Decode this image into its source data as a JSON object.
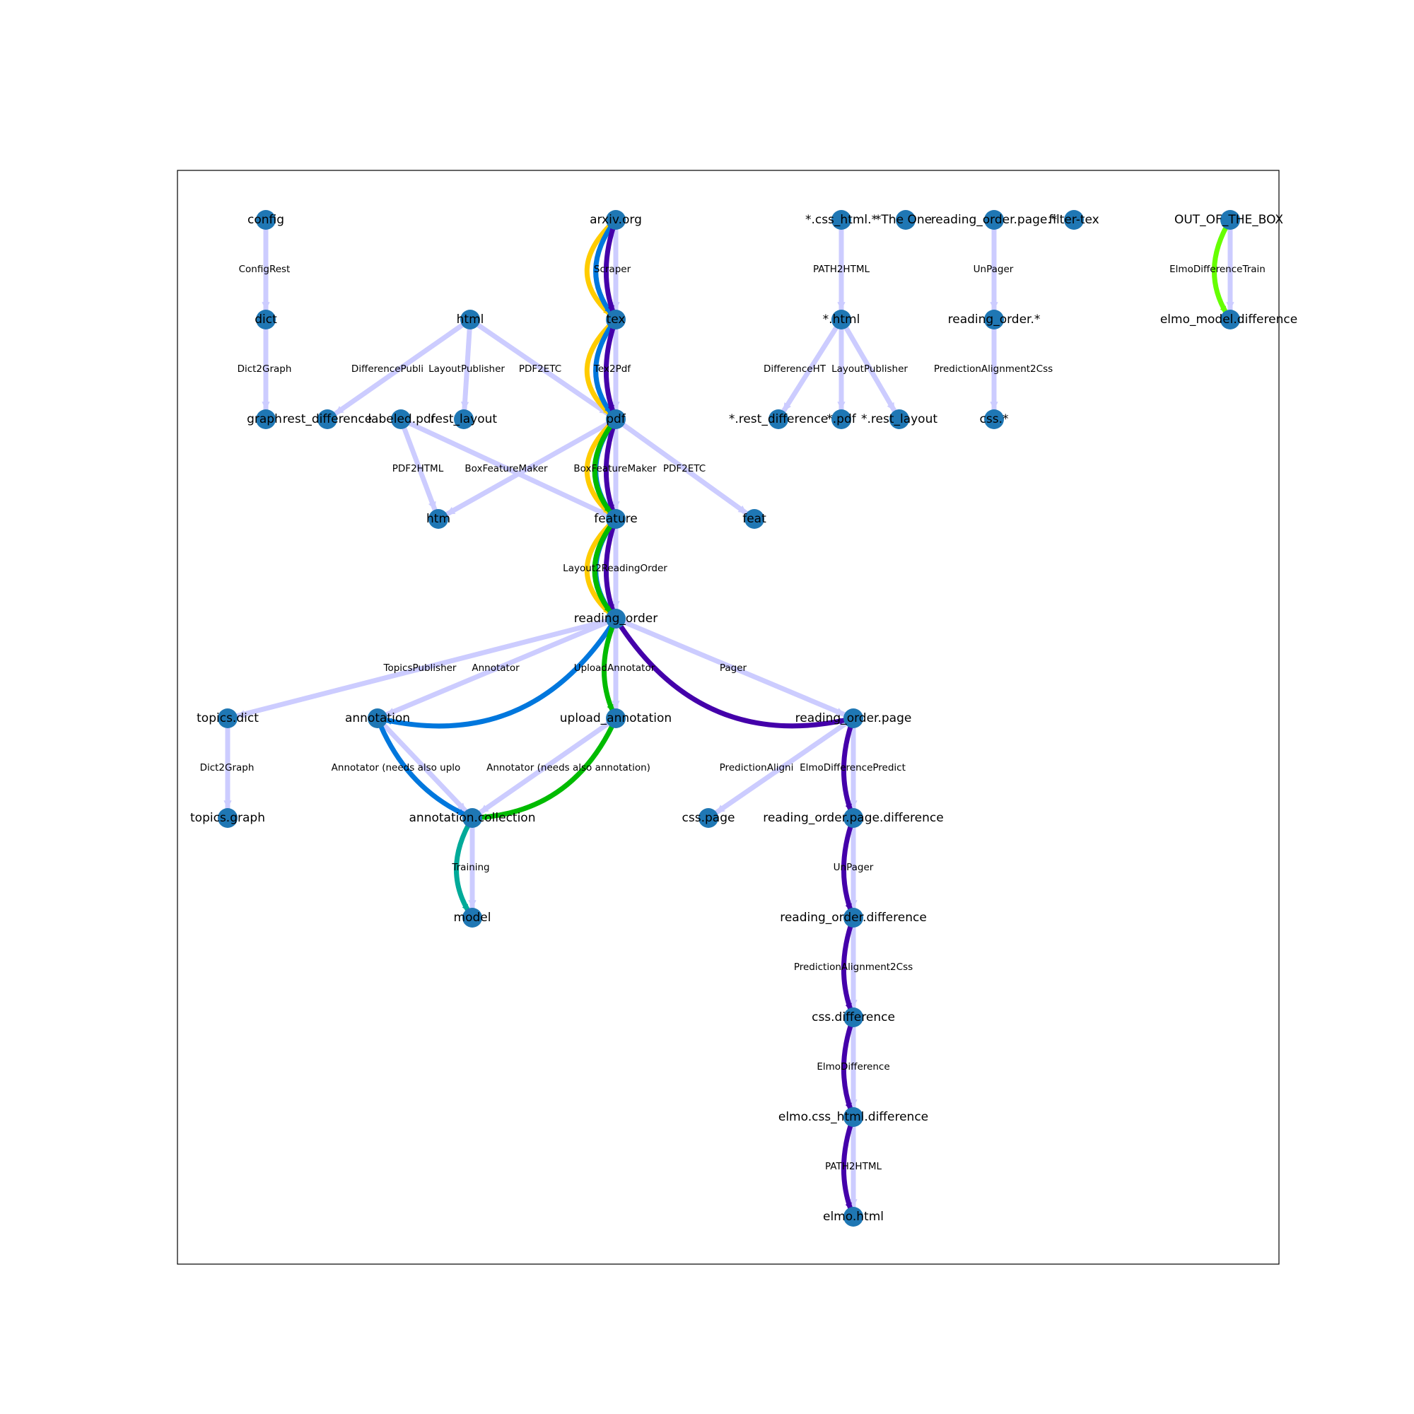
{
  "colors": {
    "node": "#1f77b4",
    "base_edge": "#ccccff",
    "paths": [
      "#ffcc00",
      "#0077dd",
      "#4400aa",
      "#00bb00",
      "#00aa99",
      "#66ff00"
    ]
  },
  "nodes": [
    {
      "id": "config",
      "label": "config"
    },
    {
      "id": "dict",
      "label": "dict"
    },
    {
      "id": "graph",
      "label": "graph"
    },
    {
      "id": "rest_difference",
      "label": "rest_difference"
    },
    {
      "id": "html",
      "label": "html"
    },
    {
      "id": "labeled_pdf",
      "label": "labeled.pdf"
    },
    {
      "id": "rest_layout",
      "label": "rest_layout"
    },
    {
      "id": "htm",
      "label": "htm"
    },
    {
      "id": "arxiv",
      "label": "arxiv.org"
    },
    {
      "id": "tex",
      "label": "tex"
    },
    {
      "id": "pdf",
      "label": "pdf"
    },
    {
      "id": "feature",
      "label": "feature"
    },
    {
      "id": "feat",
      "label": "feat"
    },
    {
      "id": "reading_order",
      "label": "reading_order"
    },
    {
      "id": "topics_dict",
      "label": "topics.dict"
    },
    {
      "id": "topics_graph",
      "label": "topics.graph"
    },
    {
      "id": "annotation",
      "label": "annotation"
    },
    {
      "id": "upload_annotation",
      "label": "upload_annotation"
    },
    {
      "id": "annotation_collection",
      "label": "annotation.collection"
    },
    {
      "id": "model",
      "label": "model"
    },
    {
      "id": "css_html_star",
      "label": "*.css_html.*"
    },
    {
      "id": "the_one",
      "label": "*The One"
    },
    {
      "id": "star_html",
      "label": "*.html"
    },
    {
      "id": "star_rest_difference",
      "label": "*.rest_difference"
    },
    {
      "id": "star_pdf",
      "label": "*.pdf"
    },
    {
      "id": "star_rest_layout",
      "label": "*.rest_layout"
    },
    {
      "id": "ro_page_star",
      "label": "reading_order.page.*"
    },
    {
      "id": "filter_tex",
      "label": "filter-tex"
    },
    {
      "id": "ro_star",
      "label": "reading_order.*"
    },
    {
      "id": "css_star",
      "label": "css.*"
    },
    {
      "id": "ootb",
      "label": "OUT_OF_THE_BOX"
    },
    {
      "id": "elmo_model_diff",
      "label": "elmo_model.difference"
    },
    {
      "id": "ro_page",
      "label": "reading_order.page"
    },
    {
      "id": "css_page",
      "label": "css.page"
    },
    {
      "id": "ro_page_diff",
      "label": "reading_order.page.difference"
    },
    {
      "id": "ro_diff",
      "label": "reading_order.difference"
    },
    {
      "id": "css_diff",
      "label": "css.difference"
    },
    {
      "id": "elmo_css_html_diff",
      "label": "elmo.css_html.difference"
    },
    {
      "id": "elmo_html",
      "label": "elmo.html"
    }
  ],
  "edges": [
    {
      "from": "config",
      "to": "dict"
    },
    {
      "from": "dict",
      "to": "graph"
    },
    {
      "from": "html",
      "to": "rest_difference"
    },
    {
      "from": "html",
      "to": "rest_layout"
    },
    {
      "from": "html",
      "to": "pdf"
    },
    {
      "from": "labeled_pdf",
      "to": "htm"
    },
    {
      "from": "labeled_pdf",
      "to": "feature"
    },
    {
      "from": "arxiv",
      "to": "tex"
    },
    {
      "from": "tex",
      "to": "pdf"
    },
    {
      "from": "pdf",
      "to": "feature"
    },
    {
      "from": "pdf",
      "to": "htm"
    },
    {
      "from": "pdf",
      "to": "feat"
    },
    {
      "from": "feature",
      "to": "reading_order"
    },
    {
      "from": "reading_order",
      "to": "topics_dict"
    },
    {
      "from": "reading_order",
      "to": "annotation"
    },
    {
      "from": "reading_order",
      "to": "upload_annotation"
    },
    {
      "from": "reading_order",
      "to": "ro_page"
    },
    {
      "from": "topics_dict",
      "to": "topics_graph"
    },
    {
      "from": "annotation",
      "to": "annotation_collection"
    },
    {
      "from": "upload_annotation",
      "to": "annotation_collection"
    },
    {
      "from": "annotation_collection",
      "to": "model"
    },
    {
      "from": "css_html_star",
      "to": "star_html"
    },
    {
      "from": "star_html",
      "to": "star_rest_difference"
    },
    {
      "from": "star_html",
      "to": "star_pdf"
    },
    {
      "from": "star_html",
      "to": "star_rest_layout"
    },
    {
      "from": "ro_page_star",
      "to": "ro_star"
    },
    {
      "from": "ro_star",
      "to": "css_star"
    },
    {
      "from": "ootb",
      "to": "elmo_model_diff"
    },
    {
      "from": "ro_page",
      "to": "css_page"
    },
    {
      "from": "ro_page",
      "to": "ro_page_diff"
    },
    {
      "from": "ro_page_diff",
      "to": "ro_diff"
    },
    {
      "from": "ro_diff",
      "to": "css_diff"
    },
    {
      "from": "css_diff",
      "to": "elmo_css_html_diff"
    },
    {
      "from": "elmo_css_html_diff",
      "to": "elmo_html"
    }
  ],
  "paths": [
    {
      "color_index": 0,
      "nodes": [
        "arxiv",
        "tex",
        "pdf",
        "feature",
        "reading_order"
      ]
    },
    {
      "color_index": 1,
      "nodes": [
        "arxiv",
        "tex",
        "pdf",
        "feature",
        "reading_order",
        "annotation",
        "annotation_collection"
      ]
    },
    {
      "color_index": 2,
      "nodes": [
        "arxiv",
        "tex",
        "pdf",
        "feature",
        "reading_order",
        "ro_page",
        "ro_page_diff",
        "ro_diff",
        "css_diff",
        "elmo_css_html_diff",
        "elmo_html"
      ]
    },
    {
      "color_index": 3,
      "nodes": [
        "pdf",
        "feature",
        "reading_order",
        "upload_annotation",
        "annotation_collection"
      ]
    },
    {
      "color_index": 4,
      "nodes": [
        "annotation_collection",
        "model"
      ]
    },
    {
      "color_index": 5,
      "nodes": [
        "ootb",
        "elmo_model_diff"
      ]
    }
  ],
  "edge_labels": [
    {
      "id": "config_rest",
      "text": "ConfigRest"
    },
    {
      "id": "dict2graph_1",
      "text": "Dict2Graph"
    },
    {
      "id": "diff_publisher",
      "text": "DifferencePubli"
    },
    {
      "id": "layout_publisher_1",
      "text": "LayoutPublisher"
    },
    {
      "id": "pdf2etc_1",
      "text": "PDF2ETC"
    },
    {
      "id": "scraper",
      "text": "Scraper"
    },
    {
      "id": "tex2pdf",
      "text": "Tex2Pdf"
    },
    {
      "id": "pdf2html_1",
      "text": "PDF2HTML"
    },
    {
      "id": "box_feature_maker_1",
      "text": "BoxFeatureMaker"
    },
    {
      "id": "box_feature_maker_2",
      "text": "BoxFeatureMaker"
    },
    {
      "id": "pdf2etc_2",
      "text": "PDF2ETC"
    },
    {
      "id": "layout2reading",
      "text": "Layout2ReadingOrder"
    },
    {
      "id": "topics_publisher",
      "text": "TopicsPublisher"
    },
    {
      "id": "annotator",
      "text": "Annotator"
    },
    {
      "id": "upload_annotator",
      "text": "UploadAnnotator"
    },
    {
      "id": "pager",
      "text": "Pager"
    },
    {
      "id": "dict2graph_2",
      "text": "Dict2Graph"
    },
    {
      "id": "annotator_needs_1",
      "text": "Annotator (needs also uplo"
    },
    {
      "id": "annotator_needs_2",
      "text": "Annotator (needs also annotation)"
    },
    {
      "id": "training",
      "text": "Training"
    },
    {
      "id": "path2html_1",
      "text": "PATH2HTML"
    },
    {
      "id": "diff_ht",
      "text": "DifferenceHT"
    },
    {
      "id": "layout_publisher_2",
      "text": "LayoutPublisher"
    },
    {
      "id": "unpager_1",
      "text": "UnPager"
    },
    {
      "id": "prediction_alignment_1",
      "text": "PredictionAlignment2Css"
    },
    {
      "id": "elmo_diff_train",
      "text": "ElmoDifferenceTrain"
    },
    {
      "id": "prediction_align_short",
      "text": "PredictionAligni"
    },
    {
      "id": "elmo_diff_predict",
      "text": "ElmoDifferencePredict"
    },
    {
      "id": "unpager_2",
      "text": "UnPager"
    },
    {
      "id": "prediction_alignment_2",
      "text": "PredictionAlignment2Css"
    },
    {
      "id": "elmo_difference",
      "text": "ElmoDifference"
    },
    {
      "id": "path2html_2",
      "text": "PATH2HTML"
    }
  ]
}
